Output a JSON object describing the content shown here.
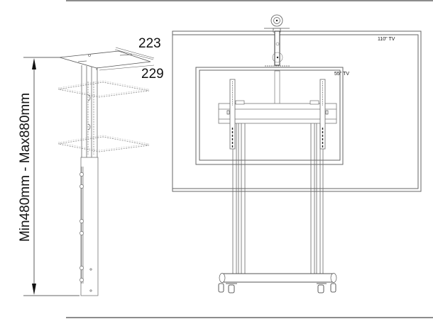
{
  "figure": {
    "type": "technical drawing",
    "subject": "Mobile TV stand with camera shelf and height-adjustable shelf column"
  },
  "left_view": {
    "dimension_width": "223",
    "dimension_depth": "229",
    "height_range": "Min480mm - Max880mm"
  },
  "right_view": {
    "large_screen_label": "110\" TV",
    "small_screen_label": "55\" TV"
  },
  "colors": {
    "line": "#555555",
    "dashed": "#777777",
    "text": "#111111",
    "background": "#ffffff"
  }
}
